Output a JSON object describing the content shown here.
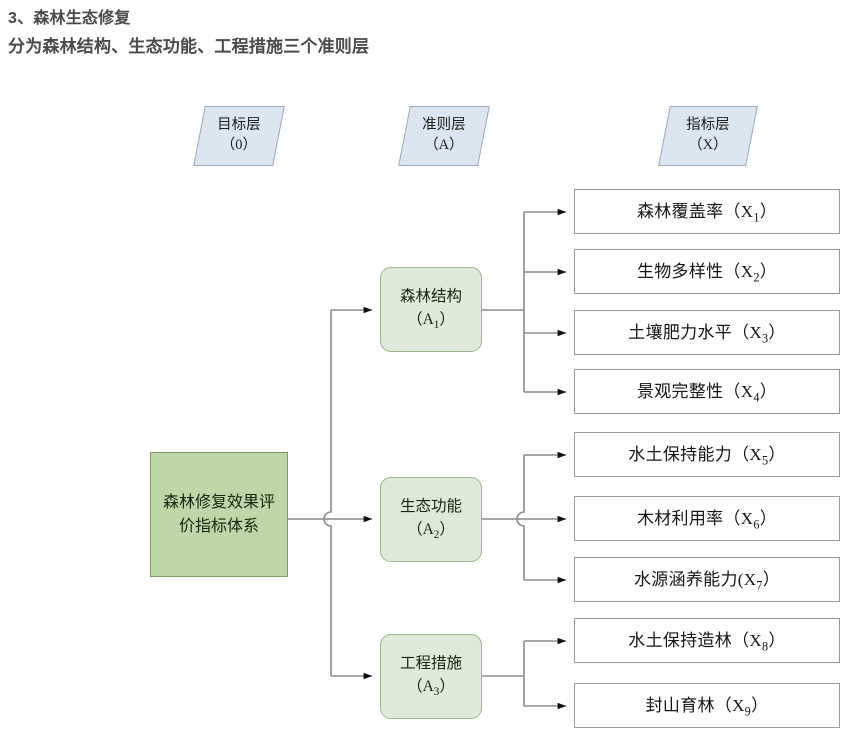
{
  "headings": {
    "line1": "3、森林生态修复",
    "line2": "分为森林结构、生态功能、工程措施三个准则层"
  },
  "layer_tags": [
    {
      "name": "goal-layer",
      "line1": "目标层",
      "line2": "（0）"
    },
    {
      "name": "criterion-layer",
      "line1": "准则层",
      "line2": "（A）"
    },
    {
      "name": "indicator-layer",
      "line1": "指标层",
      "line2": "（X）"
    }
  ],
  "root": {
    "label": "森林修复效果评价指标体系"
  },
  "criteria": [
    {
      "id": "A1",
      "name_cn": "森林结构",
      "code": "（A1）"
    },
    {
      "id": "A2",
      "name_cn": "生态功能",
      "code": "（A2）"
    },
    {
      "id": "A3",
      "name_cn": "工程措施",
      "code": "（A3）"
    }
  ],
  "indicators": [
    {
      "id": "X1",
      "parent": "A1",
      "label": "森林覆盖率（X1）"
    },
    {
      "id": "X2",
      "parent": "A1",
      "label": "生物多样性（X2）"
    },
    {
      "id": "X3",
      "parent": "A1",
      "label": "土壤肥力水平（X3）"
    },
    {
      "id": "X4",
      "parent": "A1",
      "label": "景观完整性（X4）"
    },
    {
      "id": "X5",
      "parent": "A2",
      "label": "水土保持能力（X5）"
    },
    {
      "id": "X6",
      "parent": "A2",
      "label": "木材利用率（X6）"
    },
    {
      "id": "X7",
      "parent": "A2",
      "label": "水源涵养能力(X7）"
    },
    {
      "id": "X8",
      "parent": "A3",
      "label": "水土保持造林（X8）"
    },
    {
      "id": "X9",
      "parent": "A3",
      "label": "封山育林（X9）"
    }
  ],
  "colors": {
    "layer_tag_fill": "#dce6f1",
    "layer_tag_stroke": "#9ba9bb",
    "root_fill": "#bdd7a8",
    "root_stroke": "#7c9b66",
    "criterion_fill": "#dfeada",
    "criterion_stroke": "#9ab68c",
    "indicator_fill": "#ffffff",
    "indicator_stroke": "#9a9a9a",
    "connector": "#808080",
    "heading_text": "#4a4a4a"
  }
}
